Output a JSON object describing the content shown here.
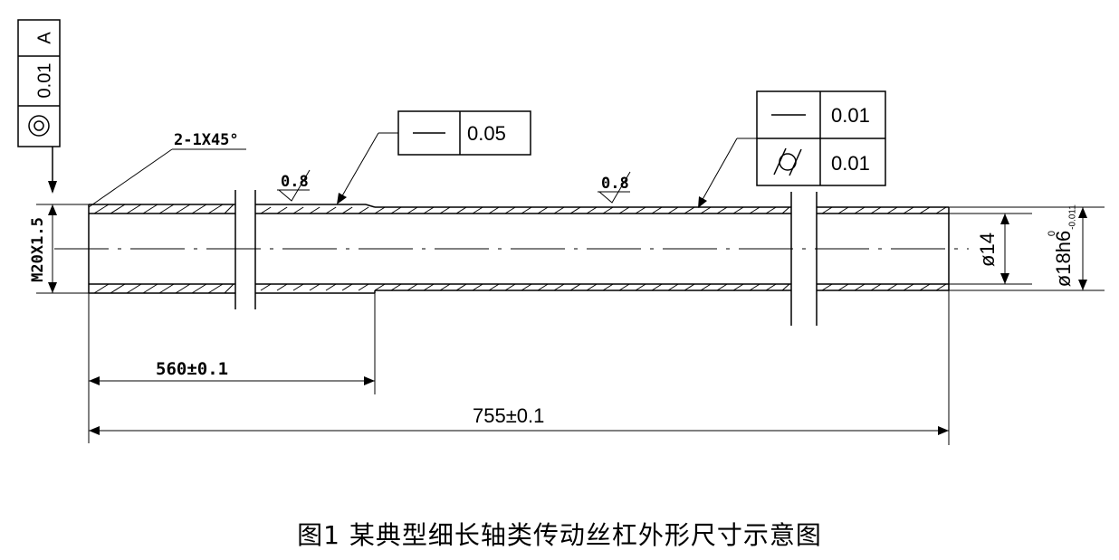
{
  "datum_frame": {
    "symbol": "◎",
    "value": "0.01",
    "datum": "A"
  },
  "chamfer_note": "2-1X45°",
  "roughness_marks": [
    "0.8",
    "0.8"
  ],
  "straightness_frame": {
    "symbol": "—",
    "value": "0.05"
  },
  "right_frame": [
    {
      "symbol": "—",
      "value": "0.01"
    },
    {
      "symbol": "⌭",
      "value": "0.01"
    }
  ],
  "thread_label": "M20X1.5",
  "bore_label": "ø14",
  "outer_label": {
    "main": "ø18h6",
    "upper": "0",
    "lower": "-0.011"
  },
  "dim_short": "560±0.1",
  "dim_total": "755±0.1",
  "caption": "图1  某典型细长轴类传动丝杠外形尺寸示意图"
}
